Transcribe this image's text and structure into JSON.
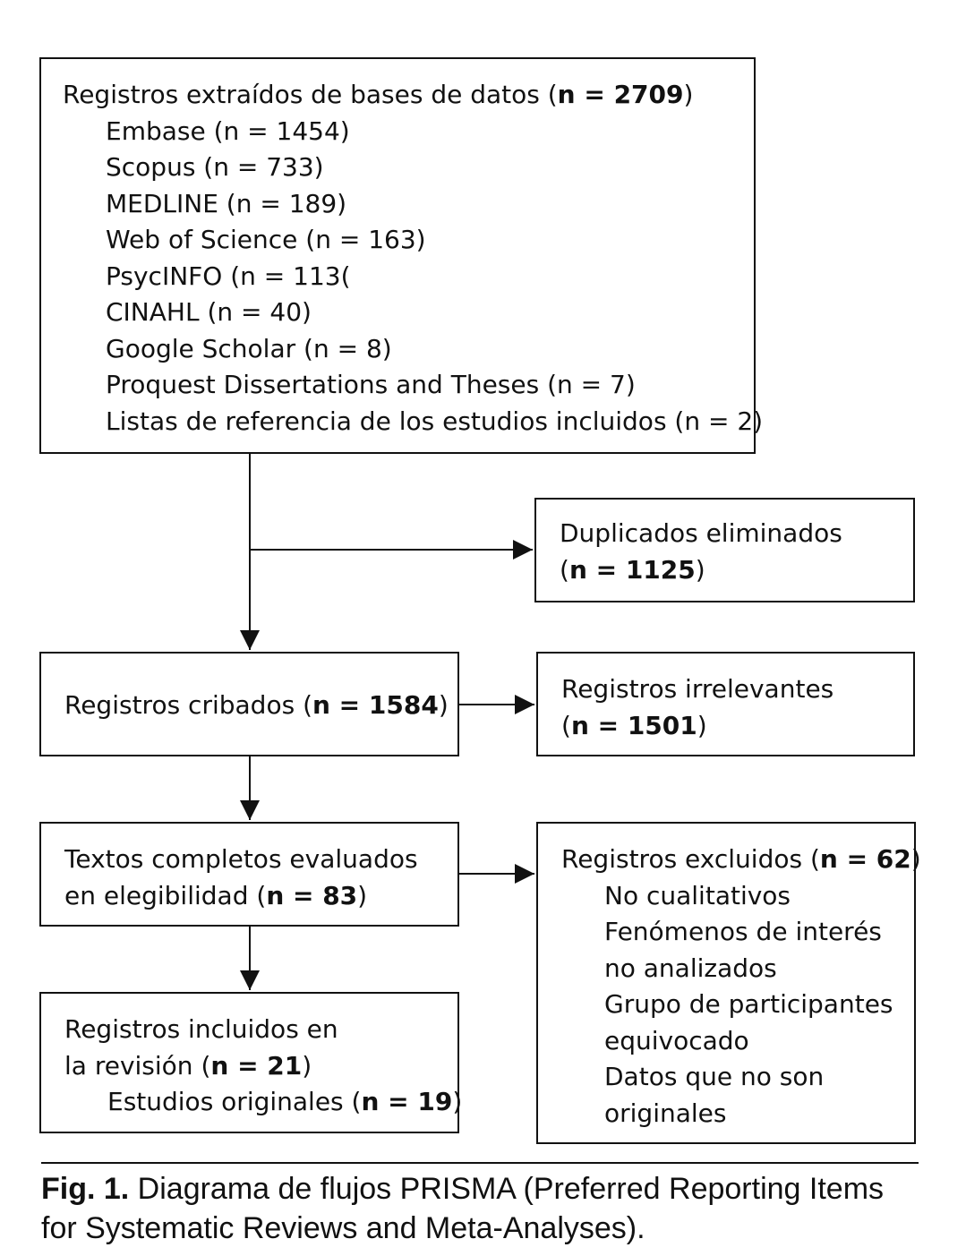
{
  "boxes": {
    "databases": {
      "title_prefix": "Registros extraídos de bases de datos (",
      "title_n": "n = 2709",
      "title_suffix": ")",
      "items": [
        "Embase (n = 1454)",
        "Scopus (n = 733)",
        "MEDLINE (n = 189)",
        "Web of Science (n = 163)",
        "PsycINFO (n = 113(",
        "CINAHL (n = 40)",
        "Google Scholar (n = 8)",
        "Proquest Dissertations and Theses (n = 7)",
        "Listas de referencia de los estudios incluidos (n = 2)"
      ]
    },
    "duplicates": {
      "label": "Duplicados eliminados",
      "open": "(",
      "n": "n = 1125",
      "close": ")"
    },
    "screened": {
      "prefix": "Registros cribados (",
      "n": "n = 1584",
      "suffix": ")"
    },
    "irrelevant": {
      "label": "Registros irrelevantes",
      "open": "(",
      "n": "n = 1501",
      "close": ")"
    },
    "fulltext": {
      "line1": "Textos completos evaluados",
      "line2_prefix": "en elegibilidad (",
      "n": "n = 83",
      "suffix": ")"
    },
    "excluded": {
      "prefix": "Registros excluidos (",
      "n": "n = 62",
      "suffix": ")",
      "reasons": [
        "No cualitativos",
        "Fenómenos de interés",
        "no analizados",
        "Grupo de participantes",
        "equivocado",
        "Datos que no son",
        "originales"
      ]
    },
    "included": {
      "line1": "Registros incluidos en",
      "line2_prefix": "la revisión (",
      "n": "n = 21",
      "line2_suffix": ")",
      "sub_prefix": "Estudios originales (",
      "sub_n": "n = 19",
      "sub_suffix": ")"
    }
  },
  "caption": {
    "label": "Fig. 1.",
    "text": " Diagrama de flujos PRISMA (Preferred Reporting Items for Systematic Reviews and Meta-Analyses)."
  }
}
